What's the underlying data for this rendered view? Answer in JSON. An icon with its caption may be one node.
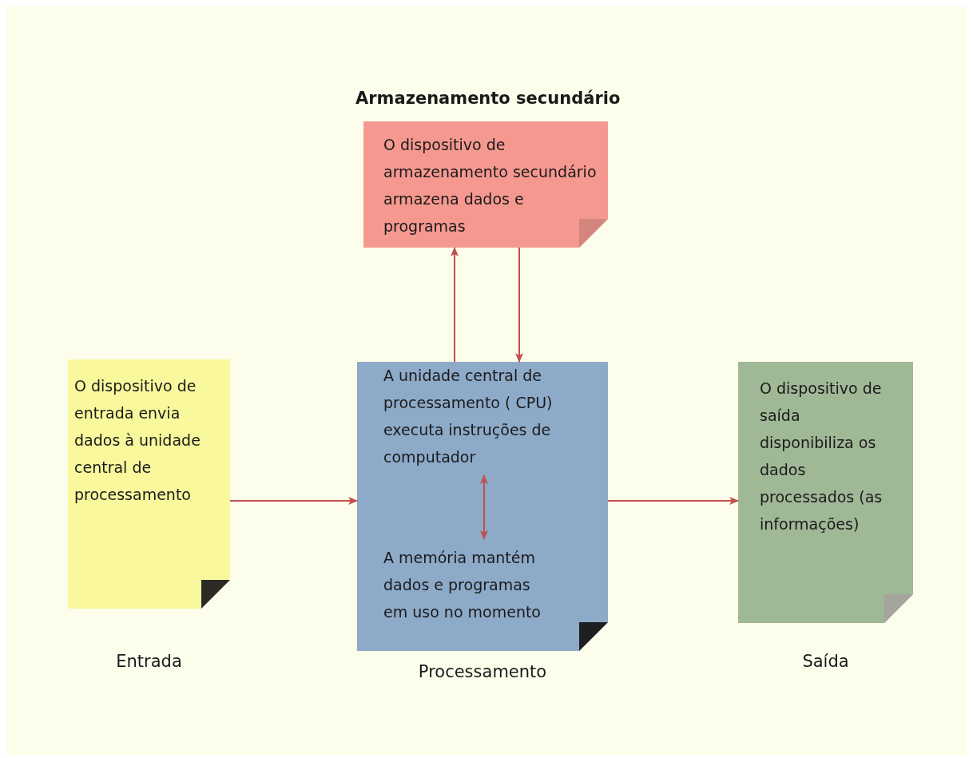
{
  "diagram": {
    "nodes": [
      {
        "text": [
          "Armazenamento secundário",
          "O dispositivo de armazenamento secundário armazena dados e programas"
        ]
      },
      {
        "text": [
          "O dispositivo de entrada envia dados à unidade central de processamento"
        ],
        "beside": [
          "Entrada"
        ]
      },
      {
        "text": [],
        "shape": "box",
        "beside": [
          "Processamento"
        ]
      },
      {
        "text": [
          "A unidade central de processamento ( CPU) executa instruções de computador"
        ],
        "in": 2
      },
      {
        "text": [
          "A memória mantém dados e programas em uso no momento"
        ],
        "in": 2
      },
      {
        "text": [
          "O dispositivo de saída disponibiliza os dados processados (as informações)"
        ],
        "beside": [
          "Saída"
        ]
      }
    ],
    "edges": [
      {
        "from": 2,
        "to": 0,
        "arrow": "to"
      },
      {
        "from": 0,
        "to": 2,
        "arrow": "to"
      },
      {
        "from": 1,
        "to": 2,
        "arrow": "to"
      },
      {
        "from": 2,
        "to": 5,
        "arrow": "to"
      },
      {
        "from": 3,
        "to": 4,
        "arrow": "both"
      }
    ]
  }
}
